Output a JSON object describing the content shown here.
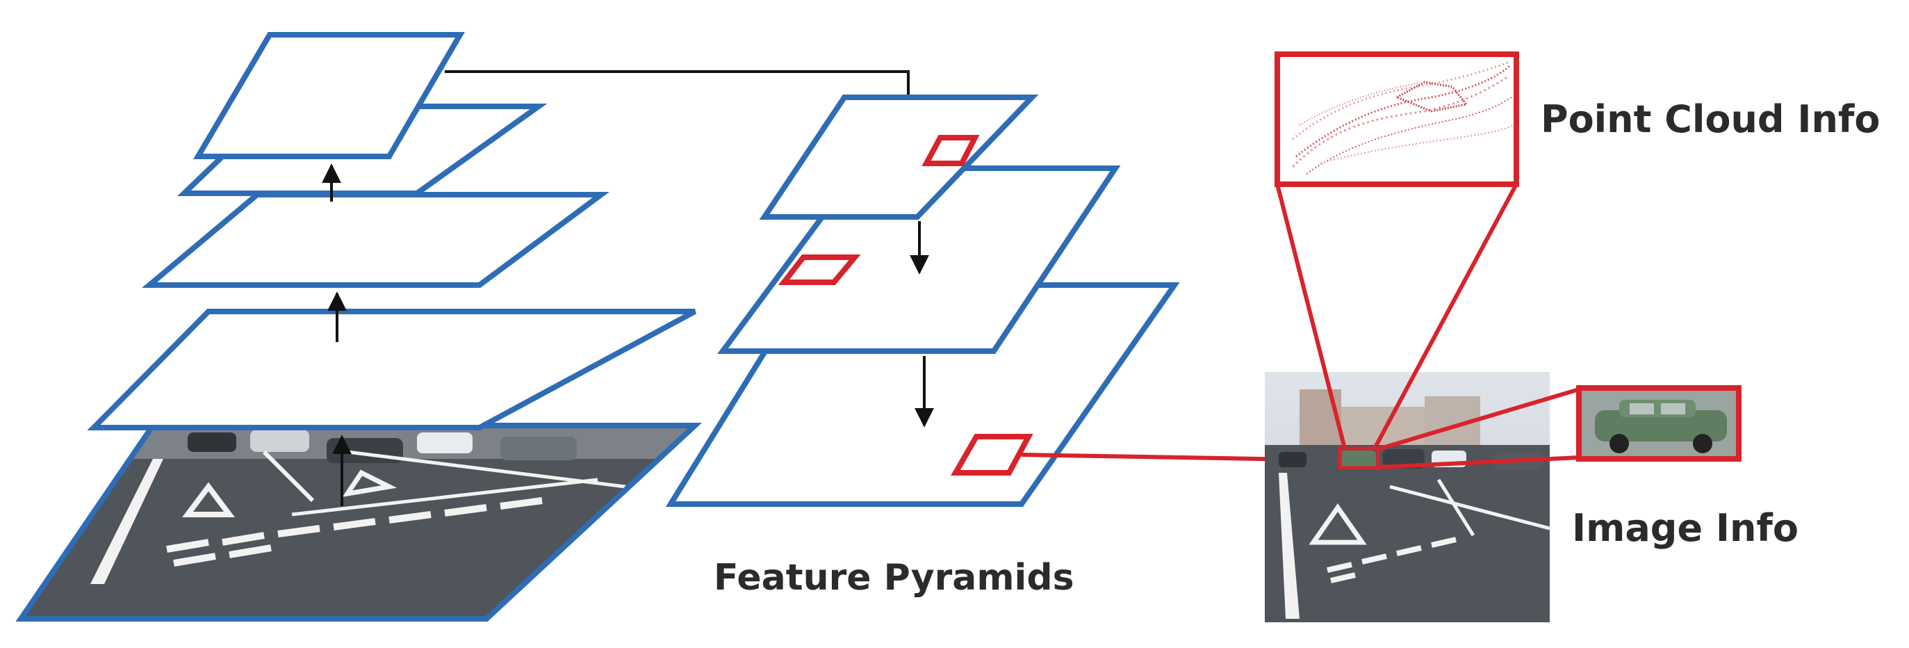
{
  "labels": {
    "point_cloud": "Point Cloud Info",
    "image_info": "Image Info",
    "feature_pyramids": "Feature Pyramids"
  },
  "colors": {
    "plane_border": "#2e6db5",
    "highlight": "#d8232a",
    "arrow": "#111111",
    "road": "#4a4e55",
    "road_marking": "#f2f2f2",
    "point_cloud": "#d65a6a"
  },
  "icons": [
    "road-scene-image",
    "point-cloud-image",
    "car-crop-image"
  ]
}
